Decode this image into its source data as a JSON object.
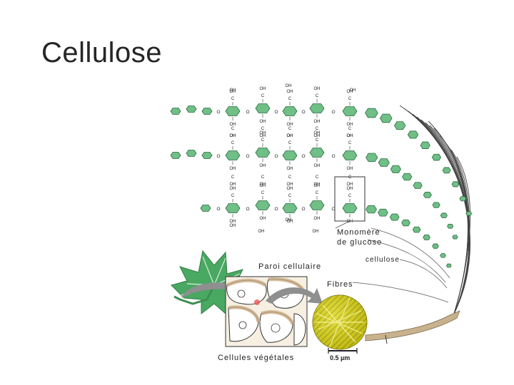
{
  "slide": {
    "title": "Cellulose"
  },
  "diagram": {
    "labels": {
      "monomer_line1": "Monomère",
      "monomer_line2": "de glucose",
      "cellulose": "cellulose",
      "cell_wall": "Paroi cellulaire",
      "fibres": "Fibres",
      "plant_cells": "Cellules végétales",
      "scale_bar": "0.5 µm"
    },
    "chem": {
      "oh": "OH",
      "c": "C",
      "o": "O"
    },
    "colors": {
      "glucose_ring": "#6fbf87",
      "ring_stroke": "#2e6b40",
      "leaf": "#49a862",
      "fibre_disc": "#d8d21c",
      "cell_wall": "#c9ab83",
      "arrow": "#8f8f8f",
      "bundle": "#c8b28e"
    }
  }
}
